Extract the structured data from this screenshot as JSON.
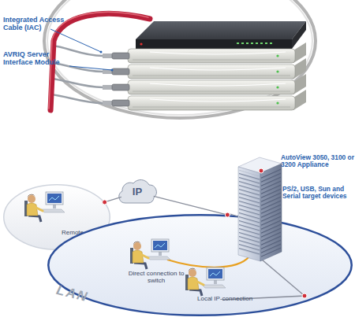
{
  "diagram": {
    "nodes": [
      {
        "text": [
          "Remote user"
        ]
      },
      {
        "text": [
          "IP"
        ]
      },
      {
        "text": [
          "LAN"
        ]
      }
    ],
    "edges": [
      {
        "from": 0,
        "to": 1,
        "arrow": "none"
      },
      {
        "from": 1,
        "to": 2,
        "arrow": "none"
      }
    ],
    "labels": [
      "Integrated Access Cable (IAC)",
      "AVRIQ Server Interface Module",
      "AutoView 3050, 3100 or 3200 Appliance",
      "PS/2, USB, Sun and Serial target devices",
      "Direct connection to switch",
      "Local IP-connection"
    ]
  }
}
